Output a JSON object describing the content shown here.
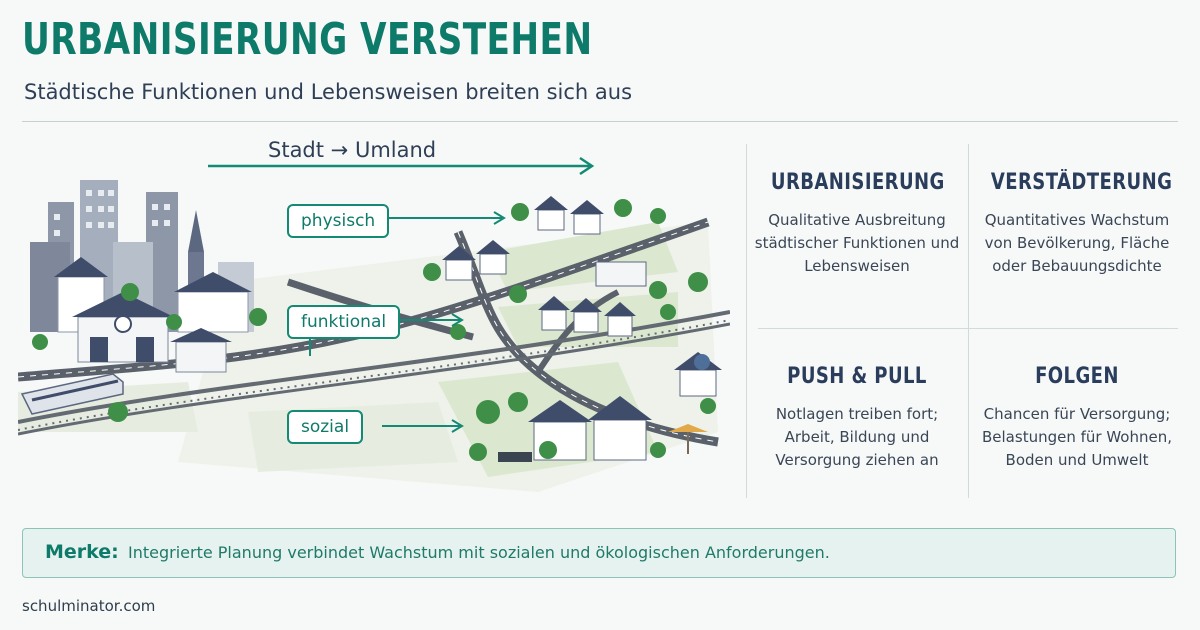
{
  "header": {
    "title": "URBANISIERUNG VERSTEHEN",
    "subtitle": "Städtische Funktionen und Lebensweisen breiten sich aus"
  },
  "diagram": {
    "arrow_label": "Stadt → Umland",
    "tags": [
      "physisch",
      "funktional",
      "sozial"
    ]
  },
  "cards": [
    {
      "title": "URBANISIERUNG",
      "text": "Qualitative Ausbreitung\nstädtischer Funktionen und\nLebensweisen"
    },
    {
      "title": "VERSTÄDTERUNG",
      "text": "Quantitatives Wachstum\nvon Bevölkerung, Fläche\noder Bebauungsdichte"
    },
    {
      "title": "PUSH & PULL",
      "text": "Notlagen treiben fort;\nArbeit, Bildung und\nVersorgung ziehen an"
    },
    {
      "title": "FOLGEN",
      "text": "Chancen für Versorgung;\nBelastungen für Wohnen,\nBoden und Umwelt"
    }
  ],
  "merke": {
    "label": "Merke:",
    "text": "Integrierte Planung verbindet Wachstum mit sozialen und ökologischen Anforderungen."
  },
  "footer": {
    "brand": "schulminator.com"
  },
  "colors": {
    "accent": "#0e7a6a",
    "navy": "#2b3d5c",
    "roof": "#3f4d6b",
    "tree": "#3f8f48",
    "road": "#555b63",
    "grass": "#dbe8cf"
  }
}
